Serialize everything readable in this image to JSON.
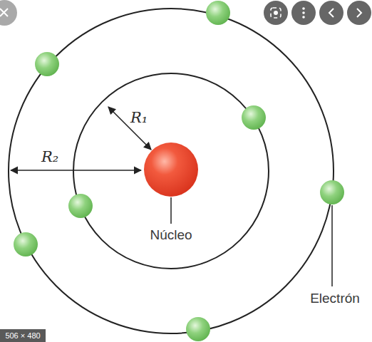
{
  "diagram": {
    "labels": [
      "R₁",
      "R₂",
      "Núcleo",
      "Electrón",
      "506 × 480"
    ]
  }
}
